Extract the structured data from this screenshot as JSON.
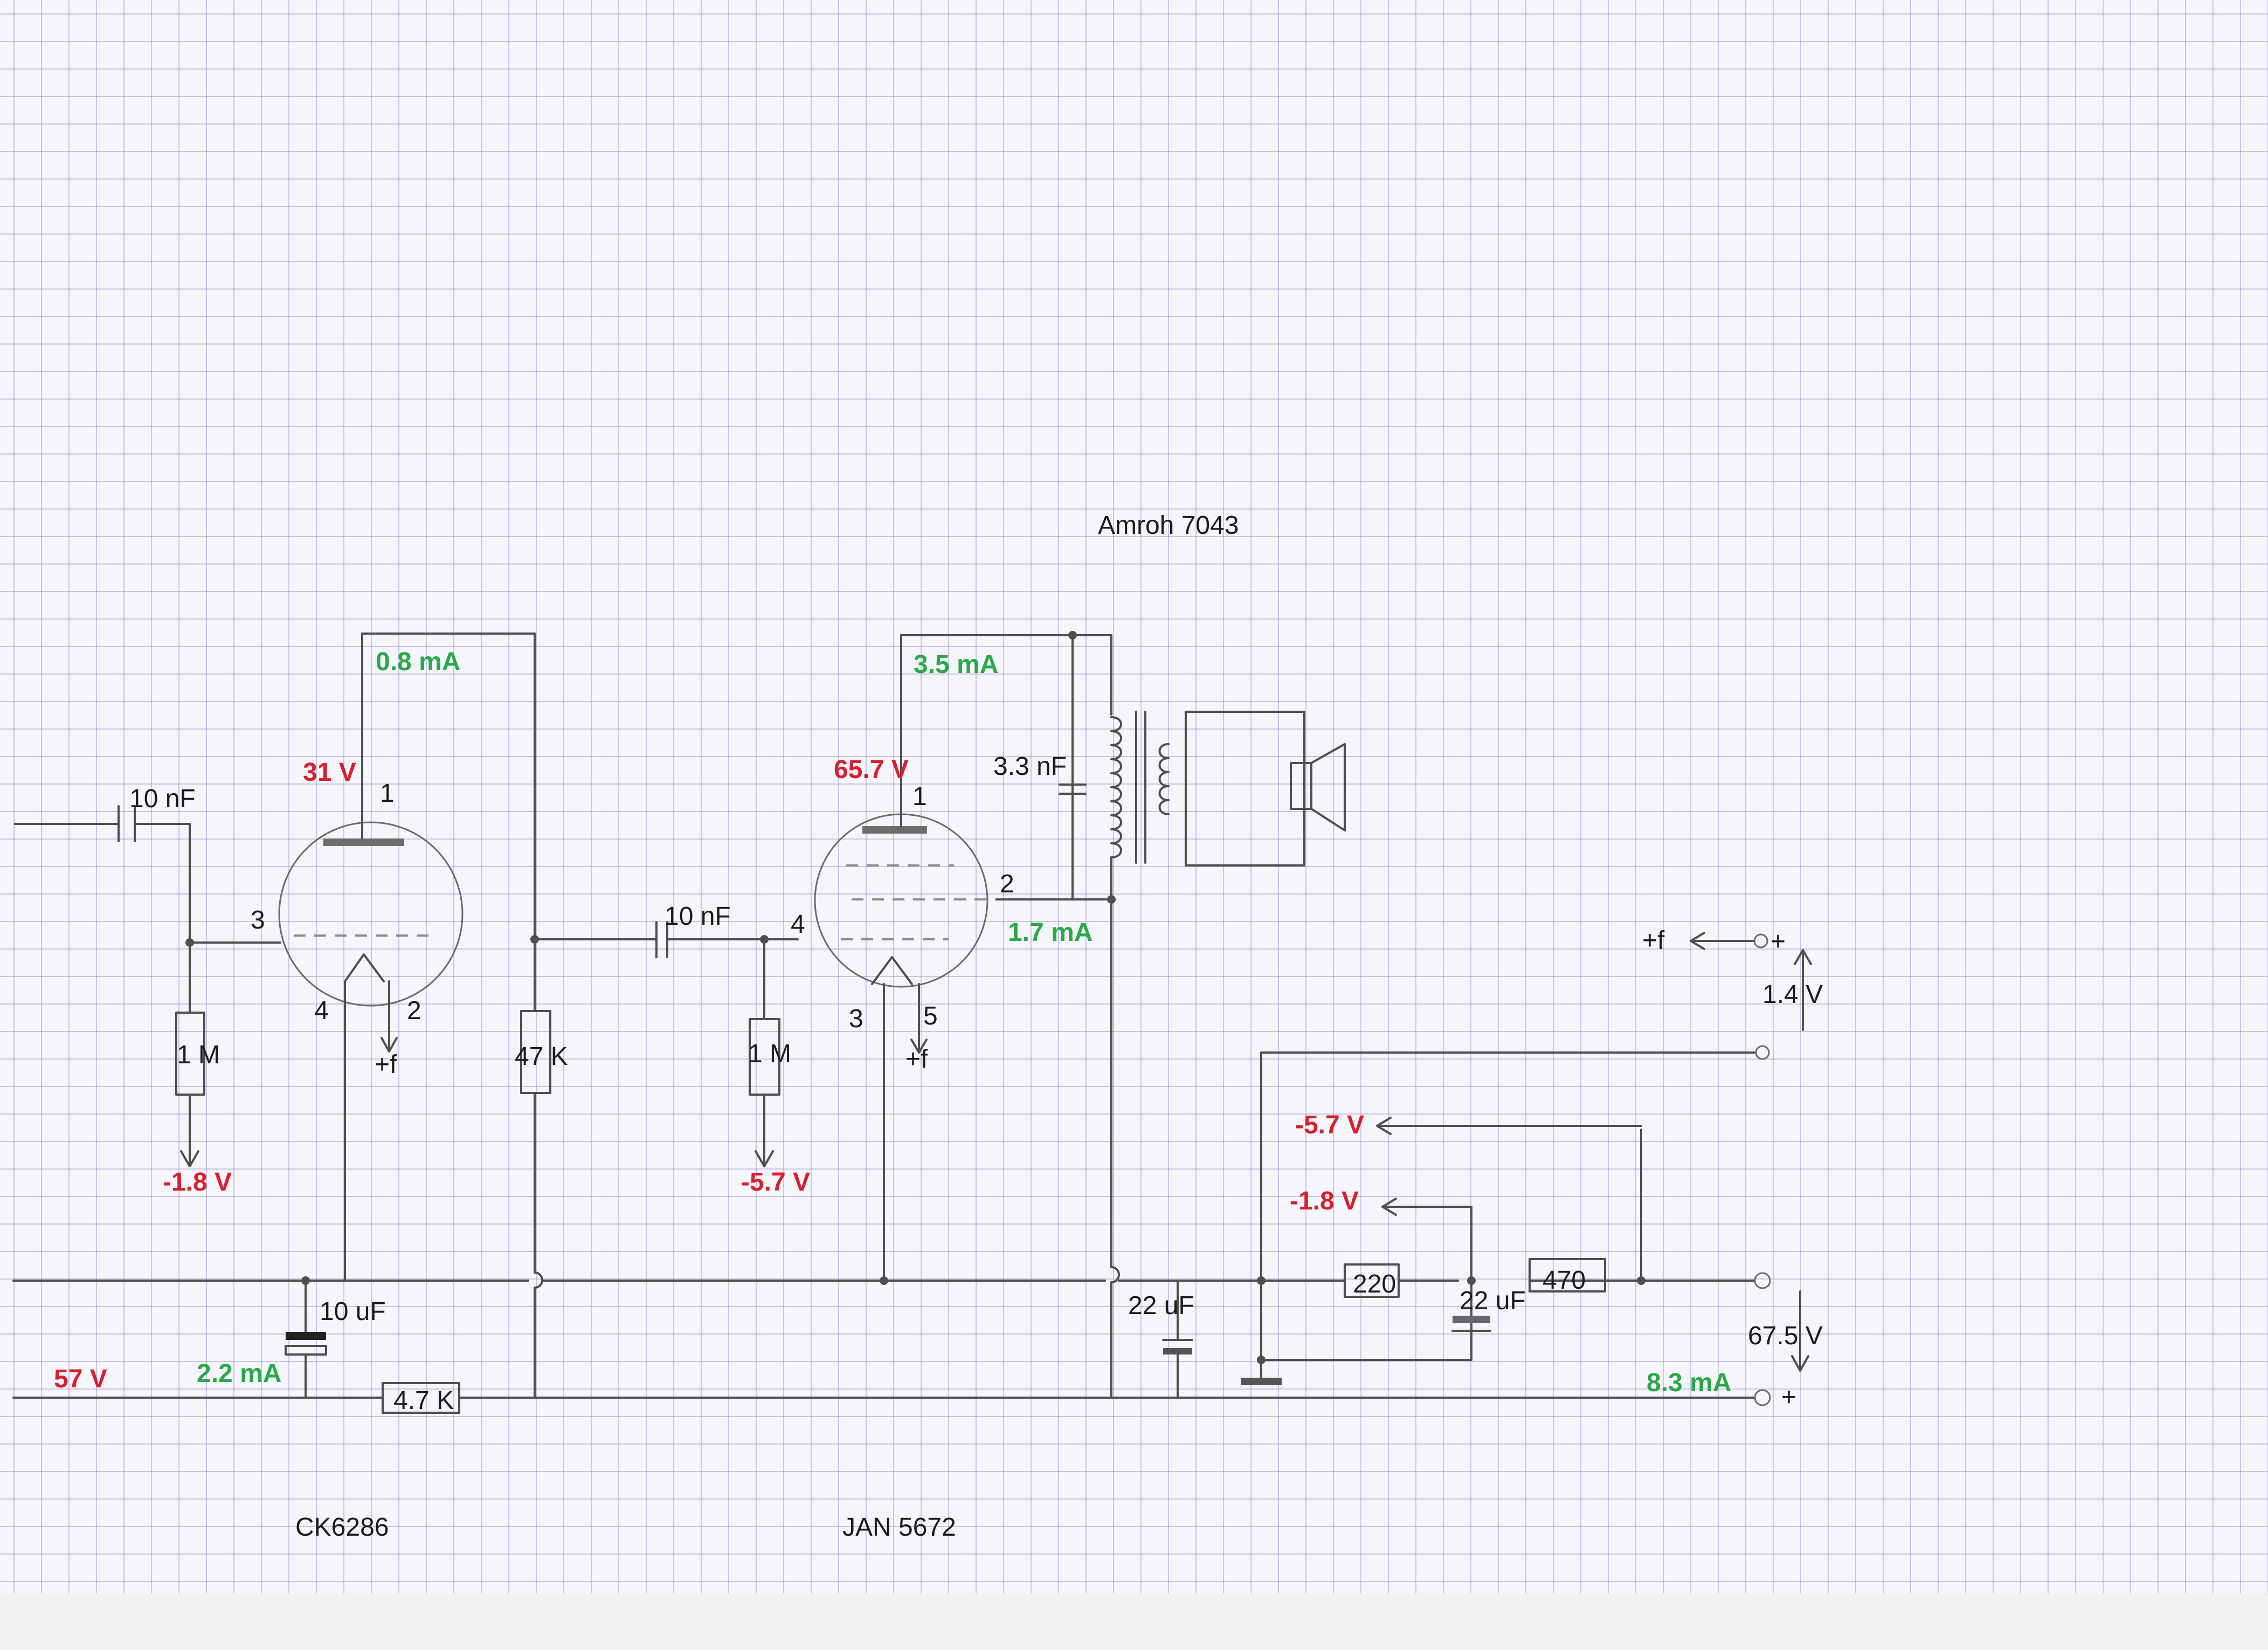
{
  "colors": {
    "voltage": "#d6202e",
    "current": "#2aa84a",
    "pencil": "#4f4f4f"
  },
  "title": "Amroh 7043",
  "tubes": {
    "first": "CK6286",
    "second": "JAN 5672"
  },
  "components": {
    "c_input": "10 nF",
    "r_grid1": "1 M",
    "r_plate1": "47 K",
    "c_coupling": "10 nF",
    "r_grid2": "1 M",
    "c_cathode": "10 uF",
    "r_cathode": "4.7 K",
    "c_plate": "3.3 nF",
    "c_filter1": "22 uF",
    "r_filter1": "220",
    "c_filter2": "22 uF",
    "r_filter2": "470"
  },
  "pins": {
    "t1_p1": "1",
    "t1_p3": "3",
    "t1_p4": "4",
    "t1_p2": "2",
    "t1_f": "+f",
    "t2_p1": "1",
    "t2_p2": "2",
    "t2_p4": "4",
    "t2_p3": "3",
    "t2_p5": "5",
    "t2_f": "+f"
  },
  "voltages": {
    "v_t1_plate": "31 V",
    "v_t2_plate": "65.7 V",
    "v_grid1": "-1.8 V",
    "v_grid2": "-5.7 V",
    "v_b_supply": "57 V",
    "v_bias_57": "-5.7 V",
    "v_bias_18": "-1.8 V"
  },
  "currents": {
    "i_t1_plate": "0.8 mA",
    "i_t2_plate": "3.5 mA",
    "i_t2_screen": "1.7 mA",
    "i_cathode": "2.2 mA",
    "i_total": "8.3 mA"
  },
  "supply": {
    "filament_label": "+f",
    "filament_plus": "+",
    "filament_voltage": "1.4 V",
    "b_voltage": "67.5 V",
    "b_plus": "+"
  }
}
